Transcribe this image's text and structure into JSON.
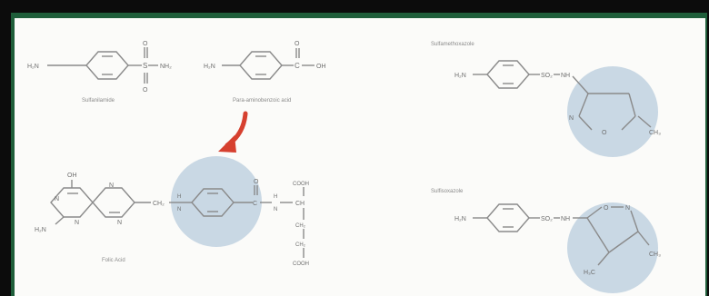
{
  "colors": {
    "background": "#0c0c0c",
    "frame": "#1f5e3a",
    "panel": "#fbfbf9",
    "highlight": "#c9d8e4",
    "arrow": "#d6402f",
    "bond": "#8a8a8a"
  },
  "labels": {
    "sulfanilamide": "Sulfanilamide",
    "paba": "Para-aminobenzoic acid",
    "folic_acid": "Folic Acid",
    "sulfamethoxazole": "Sulfamethoxazole",
    "sulfisoxazole": "Sulfisoxazole"
  },
  "atoms": {
    "h2n": "H₂N",
    "nh2": "NH₂",
    "s": "S",
    "o": "O",
    "c": "C",
    "oh": "OH",
    "n": "N",
    "h": "H",
    "ch2": "CH₂",
    "ch": "CH",
    "cooh": "COOH",
    "so2": "SO₂",
    "nh": "NH",
    "ch3": "CH₃",
    "h3c": "H₃C"
  }
}
